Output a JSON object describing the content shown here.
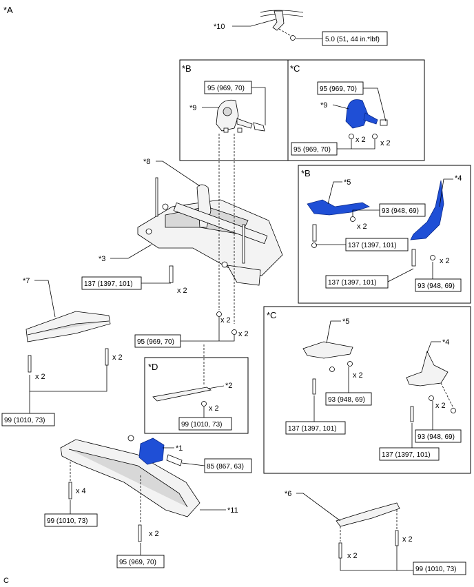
{
  "view_label": "*A",
  "corner_code": "C",
  "callouts": {
    "c1": "*1",
    "c2": "*2",
    "c3": "*3",
    "c4a": "*4",
    "c4b": "*4",
    "c5a": "*5",
    "c5b": "*5",
    "c6": "*6",
    "c7": "*7",
    "c8": "*8",
    "c9a": "*9",
    "c9b": "*9",
    "c10": "*10",
    "c11": "*11"
  },
  "panels": {
    "b_top": "*B",
    "c_top": "*C",
    "b_right": "*B",
    "c_right": "*C",
    "d": "*D"
  },
  "torques": {
    "t10": "5.0 (51, 44 in.*lbf)",
    "tb1": "95 (969, 70)",
    "tc1": "95 (969, 70)",
    "tc2": "95 (969, 70)",
    "tbr1": "93 (948, 69)",
    "tbr2": "137 (1397, 101)",
    "tbr3": "137 (1397, 101)",
    "tbr4": "93 (948, 69)",
    "t3": "137 (1397, 101)",
    "t9570": "95 (969, 70)",
    "t7": "99 (1010, 73)",
    "td": "99 (1010, 73)",
    "tcr1": "93 (948, 69)",
    "tcr2": "137 (1397, 101)",
    "tcr3": "93 (948, 69)",
    "tcr4": "137 (1397, 101)",
    "t1": "85 (867, 63)",
    "t11a": "99 (1010, 73)",
    "t11b": "95 (969, 70)",
    "t6": "99 (1010, 73)"
  },
  "multipliers": {
    "m_c1": "x 2",
    "m_c2": "x 2",
    "m_br1": "x 2",
    "m_br2": "x 2",
    "m_3": "x 2",
    "m_mid1": "x 2",
    "m_mid2": "x 2",
    "m_7a": "x 2",
    "m_7b": "x 2",
    "m_d": "x 2",
    "m_cr1": "x 2",
    "m_cr2": "x 2",
    "m_11a": "x 4",
    "m_11b": "x 2",
    "m_6a": "x 2",
    "m_6b": "x 2"
  }
}
